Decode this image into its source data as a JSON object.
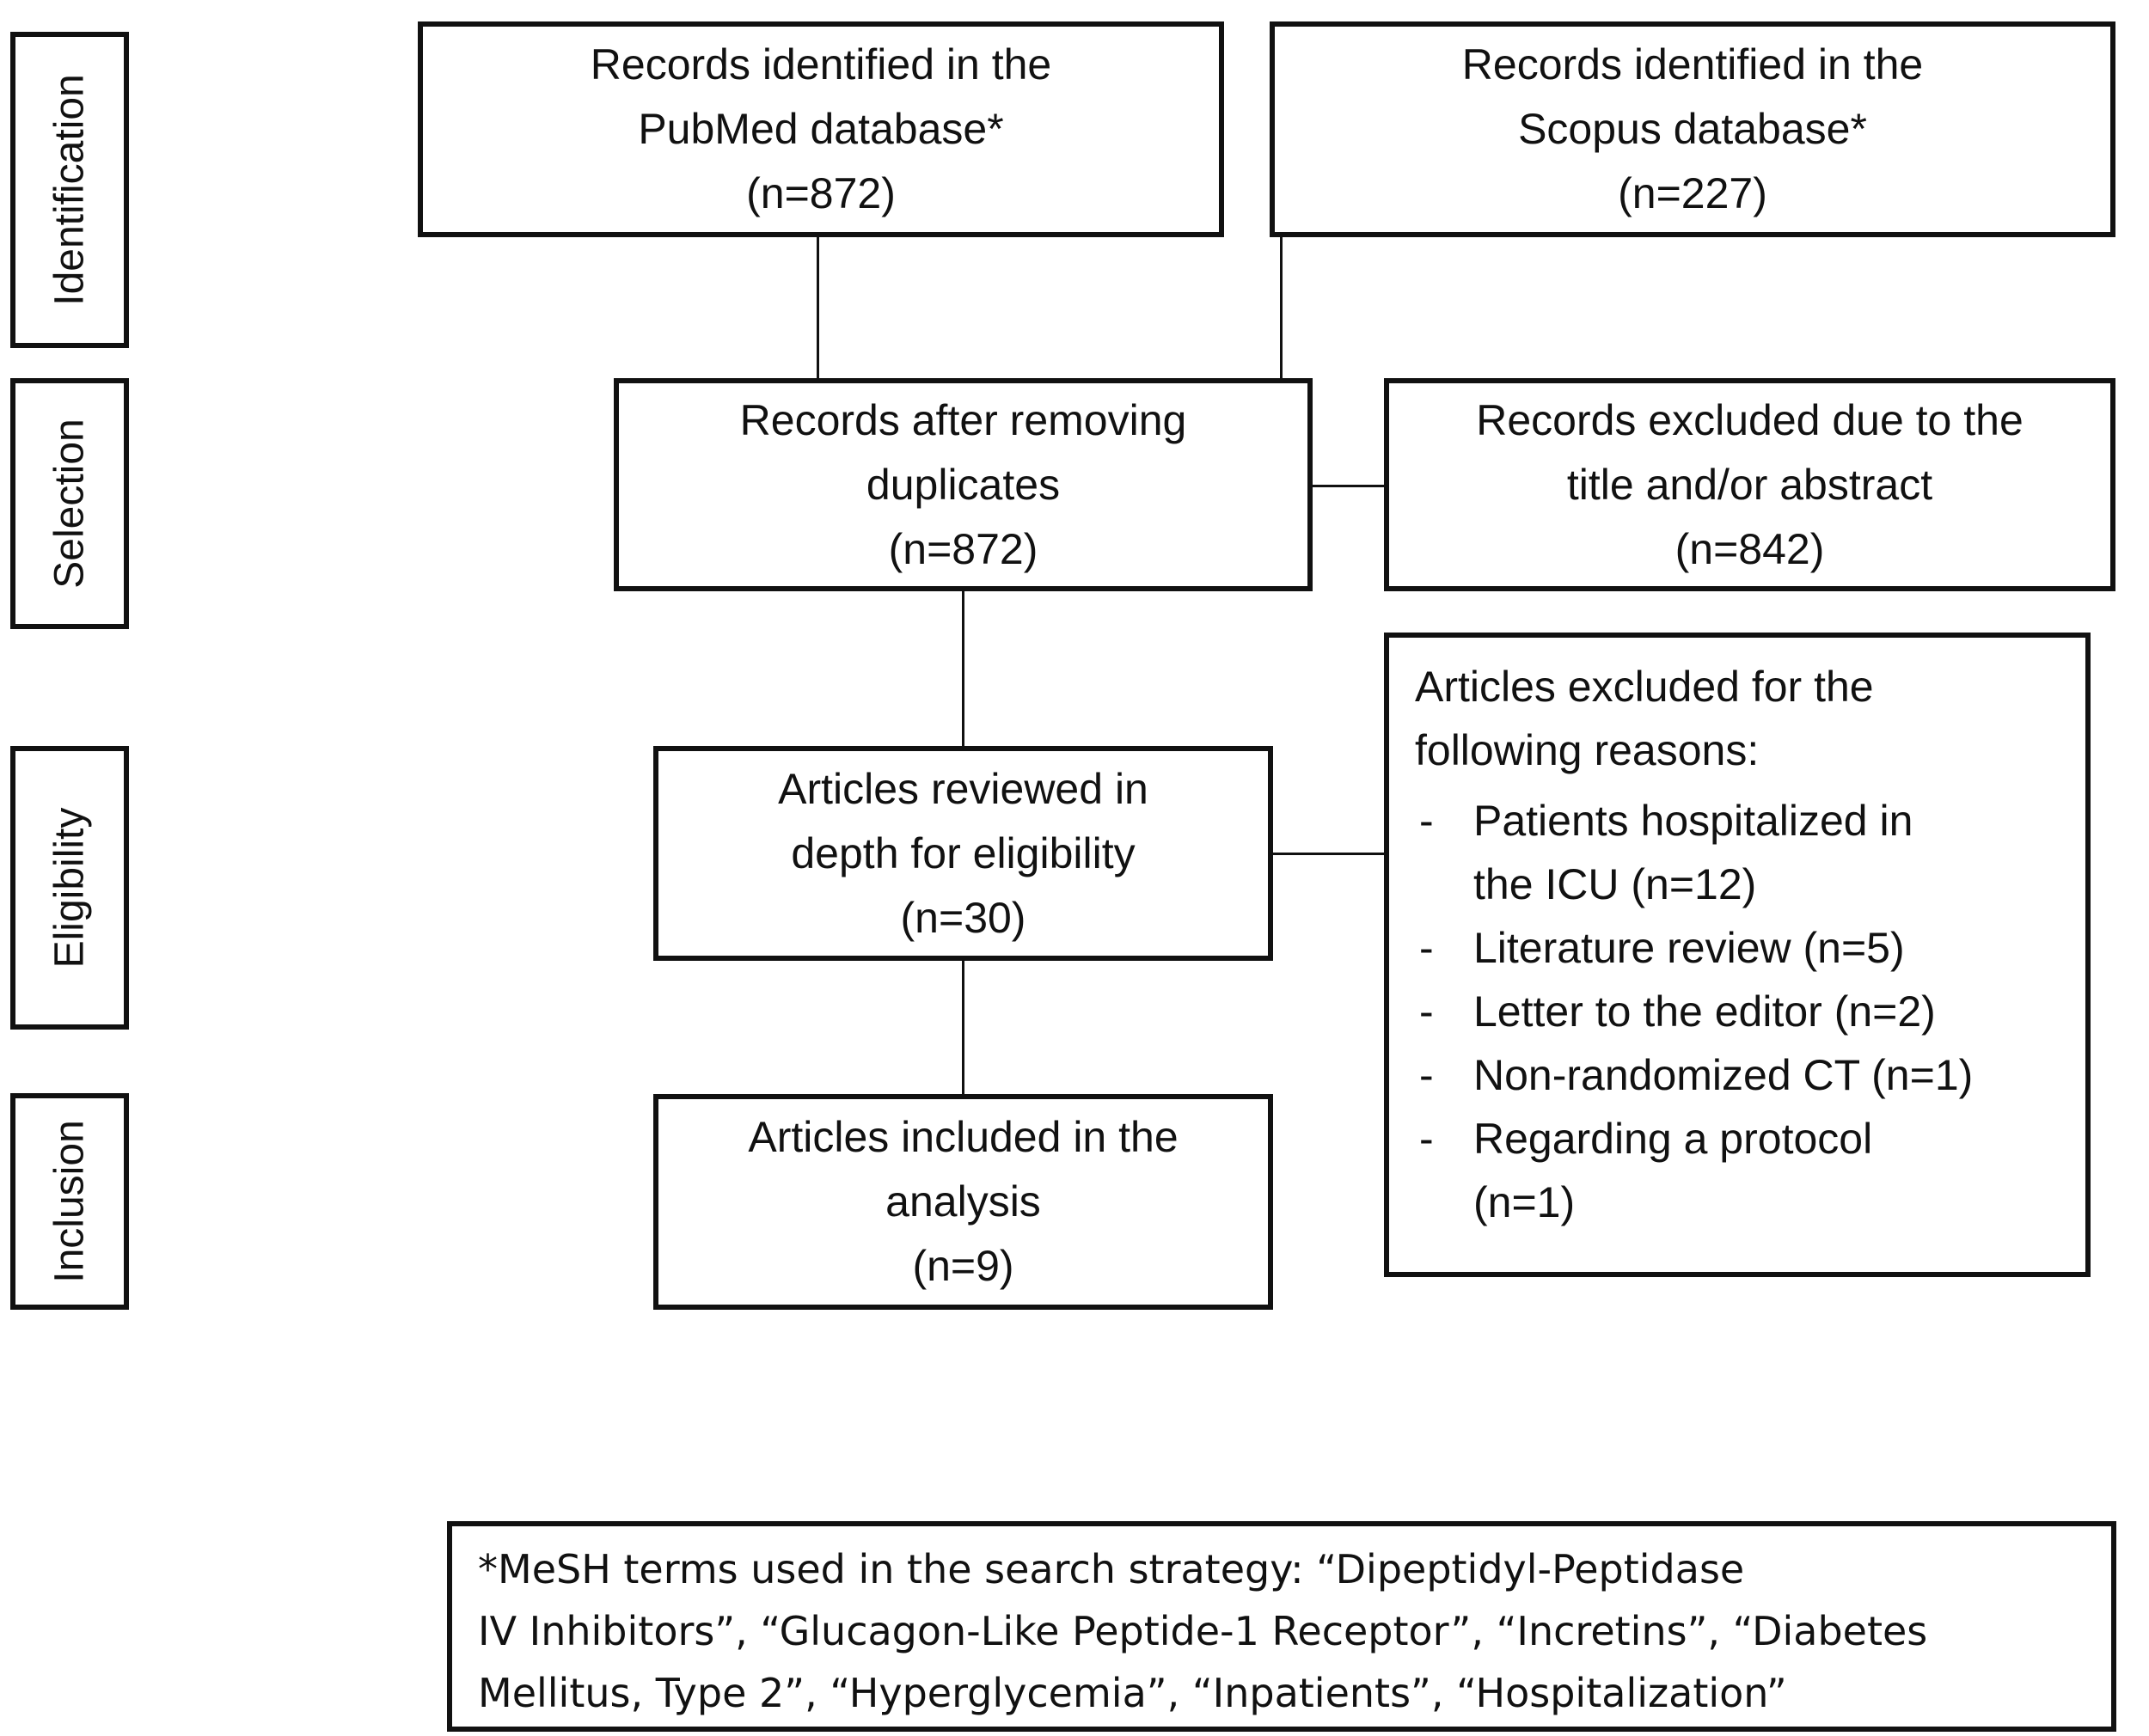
{
  "stages": [
    {
      "id": "identification",
      "label": "Identification"
    },
    {
      "id": "selection",
      "label": "Selection"
    },
    {
      "id": "eligibility",
      "label": "Eligibility"
    },
    {
      "id": "inclusion",
      "label": "Inclusion"
    }
  ],
  "pubmed": {
    "lines": [
      "Records identified in the",
      "PubMed database*"
    ],
    "count": "(n=872)"
  },
  "scopus": {
    "lines": [
      "Records identified in the",
      "Scopus database*"
    ],
    "count": "(n=227)"
  },
  "after_duplicates": {
    "lines": [
      "Records after removing",
      "duplicates"
    ],
    "count": "(n=872)"
  },
  "excluded_title": {
    "lines": [
      "Records excluded due to the",
      "title and/or abstract"
    ],
    "count": "(n=842)"
  },
  "reviewed": {
    "lines": [
      "Articles reviewed in",
      "depth for eligibility"
    ],
    "count": "(n=30)"
  },
  "included": {
    "lines": [
      "Articles included in the",
      "analysis"
    ],
    "count": "(n=9)"
  },
  "excluded_reasons": {
    "intro": [
      "Articles excluded for the",
      "following reasons:"
    ],
    "items": [
      {
        "lines": [
          "Patients hospitalized in",
          "the ICU (n=12)"
        ]
      },
      {
        "lines": [
          "Literature review (n=5)"
        ]
      },
      {
        "lines": [
          "Letter to the editor (n=2)"
        ]
      },
      {
        "lines": [
          "Non-randomized CT (n=1)"
        ]
      },
      {
        "lines": [
          "Regarding a protocol",
          "(n=1)"
        ]
      }
    ]
  },
  "footnote": {
    "lines": [
      "*MeSH terms used in the search strategy:  “Dipeptidyl-Peptidase",
      "IV Inhibitors”, “Glucagon-Like Peptide-1 Receptor”, “Incretins”, “Diabetes",
      "Mellitus, Type 2”, “Hyperglycemia”, “Inpatients”, “Hospitalization”"
    ]
  }
}
